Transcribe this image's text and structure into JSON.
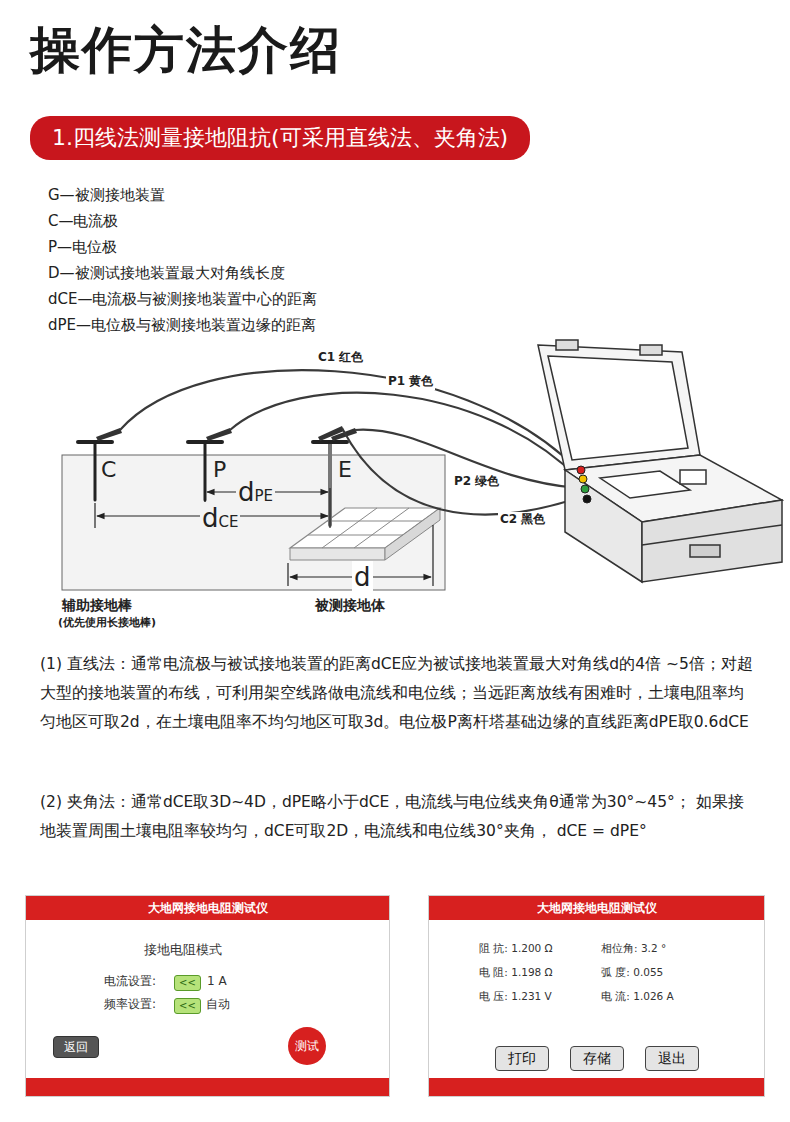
{
  "diagram": {
    "title": "操作方法介绍",
    "nodes": [
      {
        "text": [
          "1.四线法测量接地阻抗(可采用直线法、夹角法)"
        ]
      },
      {
        "text": [
          "接地电阻模式",
          "电流设置:",
          "1 A",
          "频率设置:",
          "自动"
        ]
      },
      {
        "text": [
          "大地网接地电阻测试仪"
        ],
        "in": 1
      },
      {
        "text": [
          "<<"
        ],
        "in": 1
      },
      {
        "text": [
          ">>"
        ],
        "in": 1
      },
      {
        "text": [
          "<<"
        ],
        "in": 1
      },
      {
        "text": [
          ">>"
        ],
        "in": 1
      },
      {
        "text": [
          "返回"
        ],
        "in": 1
      },
      {
        "text": [
          "测试"
        ],
        "in": 1
      },
      {
        "text": [
          "阻 抗: 1.200 Ω",
          "相位角: 3.2 °",
          "电 阻: 1.198 Ω",
          "弧 度: 0.055",
          "电 压: 1.231 V",
          "电 流: 1.026 A"
        ]
      },
      {
        "text": [
          "大地网接地电阻测试仪"
        ],
        "in": 9
      },
      {
        "text": [
          "打印"
        ],
        "in": 9
      },
      {
        "text": [
          "存储"
        ],
        "in": 9
      },
      {
        "text": [
          "退出"
        ],
        "in": 9
      }
    ],
    "labels": [
      "G—被测接地装置",
      "C—电流极",
      "P—电位极",
      "D—被测试接地装置最大对角线长度",
      "dCE—电流极与被测接地装置中心的距离",
      "dPE—电位极与被测接地装置边缘的距离",
      "C1 红色",
      "P1 黄色",
      "P2 绿色",
      "C2 黑色",
      "C",
      "P",
      "E",
      "dPE",
      "dCE",
      "d",
      "辅助接地棒",
      "(优先使用长接地棒)",
      "被测接地体",
      "(1) 直线法：通常电流极与被试接地装置的距离dCE应为被试接地装置最大对角线d的4倍 ~5倍；对超大型的接地装置的布线，可利用架空线路做电流线和电位线；当远距离放线有困难时，土壤电阻率均匀地区可取2d，在土壤电阻率不均匀地区可取3d。电位极P离杆塔基础边缘的直线距离dPE取0.6dCE",
      "(2) 夹角法：通常dCE取3D~4D，dPE略小于dCE，电流线与电位线夹角θ通常为30°~45°； 如果接地装置周围土壤电阻率较均匀，dCE可取2D，电流线和电位线30°夹角， dCE = dPE°"
    ]
  }
}
